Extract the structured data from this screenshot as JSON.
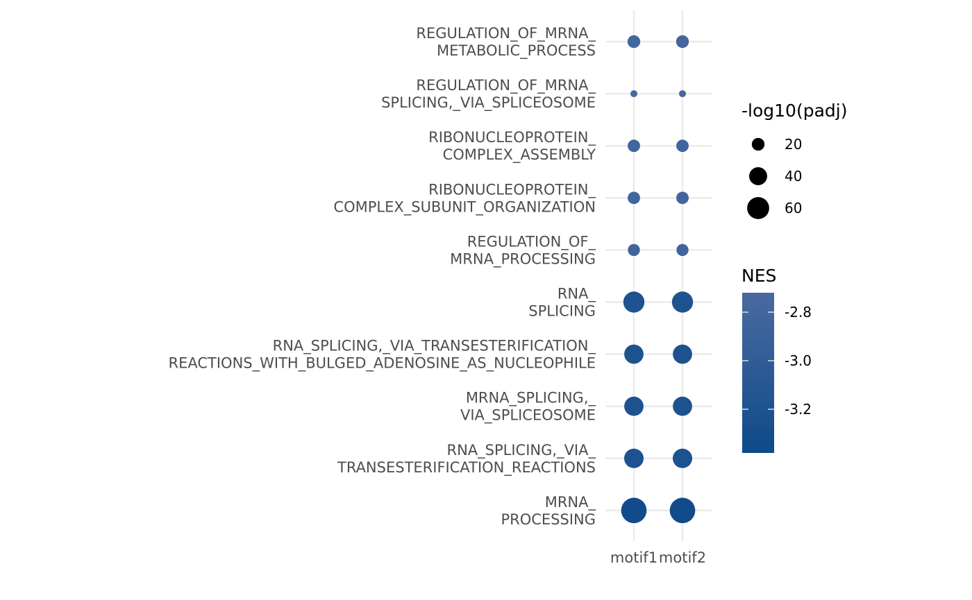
{
  "chart_data": {
    "type": "scatter",
    "subtype": "dot-plot",
    "x_categories": [
      "motif1",
      "motif2"
    ],
    "y_categories": [
      [
        "REGULATION_OF_MRNA_",
        "METABOLIC_PROCESS"
      ],
      [
        "REGULATION_OF_MRNA_",
        "SPLICING,_VIA_SPLICEOSOME"
      ],
      [
        "RIBONUCLEOPROTEIN_",
        "COMPLEX_ASSEMBLY"
      ],
      [
        "RIBONUCLEOPROTEIN_",
        "COMPLEX_SUBUNIT_ORGANIZATION"
      ],
      [
        "REGULATION_OF_",
        "MRNA_PROCESSING"
      ],
      [
        "RNA_",
        "SPLICING"
      ],
      [
        "RNA_SPLICING,_VIA_TRANSESTERIFICATION_",
        "REACTIONS_WITH_BULGED_ADENOSINE_AS_NUCLEOPHILE"
      ],
      [
        "MRNA_SPLICING,_",
        "VIA_SPLICEOSOME"
      ],
      [
        "RNA_SPLICING,_VIA_",
        "TRANSESTERIFICATION_REACTIONS"
      ],
      [
        "MRNA_",
        "PROCESSING"
      ]
    ],
    "points": {
      "neg_log10_padj": [
        20,
        6,
        19,
        19,
        18,
        55,
        46,
        46,
        47,
        80
      ],
      "NES": [
        -2.8,
        -2.77,
        -2.82,
        -2.82,
        -2.83,
        -3.2,
        -3.22,
        -3.22,
        -3.21,
        -3.35
      ]
    },
    "size_legend": {
      "title": "-log10(padj)",
      "breaks": [
        20,
        40,
        60
      ],
      "labels": [
        "20",
        "40",
        "60"
      ],
      "color": "#000000"
    },
    "color_legend": {
      "title": "NES",
      "breaks": [
        -2.8,
        -3.0,
        -3.2
      ],
      "labels": [
        "-2.8",
        "-3.0",
        "-3.2"
      ],
      "range": [
        -3.38,
        -2.72
      ],
      "color_high": "#4a6aa0",
      "color_low": "#0e4a8a"
    },
    "grid": true,
    "legend_position": "right",
    "grid_color": "#ebebeb"
  }
}
